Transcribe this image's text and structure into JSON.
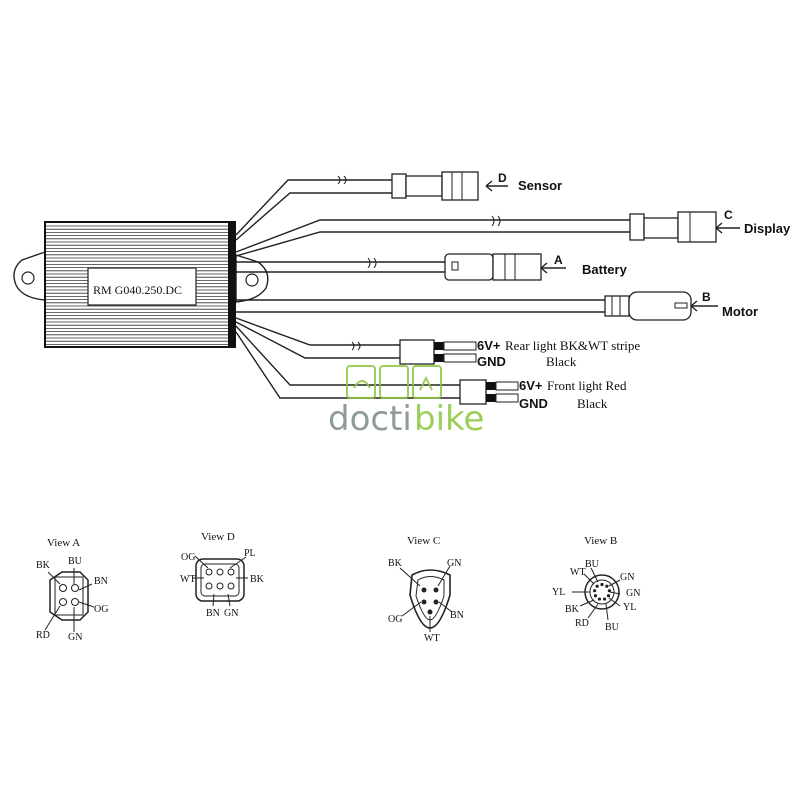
{
  "controller": {
    "model": "RM G040.250.DC"
  },
  "connectors": {
    "sensor": {
      "letter": "D",
      "label": "Sensor"
    },
    "display": {
      "letter": "C",
      "label": "Display"
    },
    "battery": {
      "letter": "A",
      "label": "Battery"
    },
    "motor": {
      "letter": "B",
      "label": "Motor"
    }
  },
  "lights": {
    "rear": {
      "plus": "6V+",
      "plus_text": "Rear light BK&WT stripe",
      "gnd": "GND",
      "gnd_text": "Black"
    },
    "front": {
      "plus": "6V+",
      "plus_text": "Front light Red",
      "gnd": "GND",
      "gnd_text": "Black"
    }
  },
  "watermark": {
    "text_a": "docti",
    "text_b": "bike",
    "color_a": "#7a8a8a",
    "color_b": "#8cc63f"
  },
  "views": {
    "a": {
      "title": "View A",
      "pins": [
        "BK",
        "BU",
        "BN",
        "OG",
        "RD",
        "GN"
      ]
    },
    "d": {
      "title": "View D",
      "pins": [
        "OG",
        "PL",
        "WT",
        "BK",
        "BN",
        "GN"
      ]
    },
    "c": {
      "title": "View C",
      "pins": [
        "BK",
        "GN",
        "OG",
        "BN",
        "WT"
      ]
    },
    "b": {
      "title": "View B",
      "pins": [
        "BU",
        "WT",
        "GN",
        "YL",
        "GN",
        "YL",
        "BK",
        "RD",
        "BU"
      ]
    }
  }
}
